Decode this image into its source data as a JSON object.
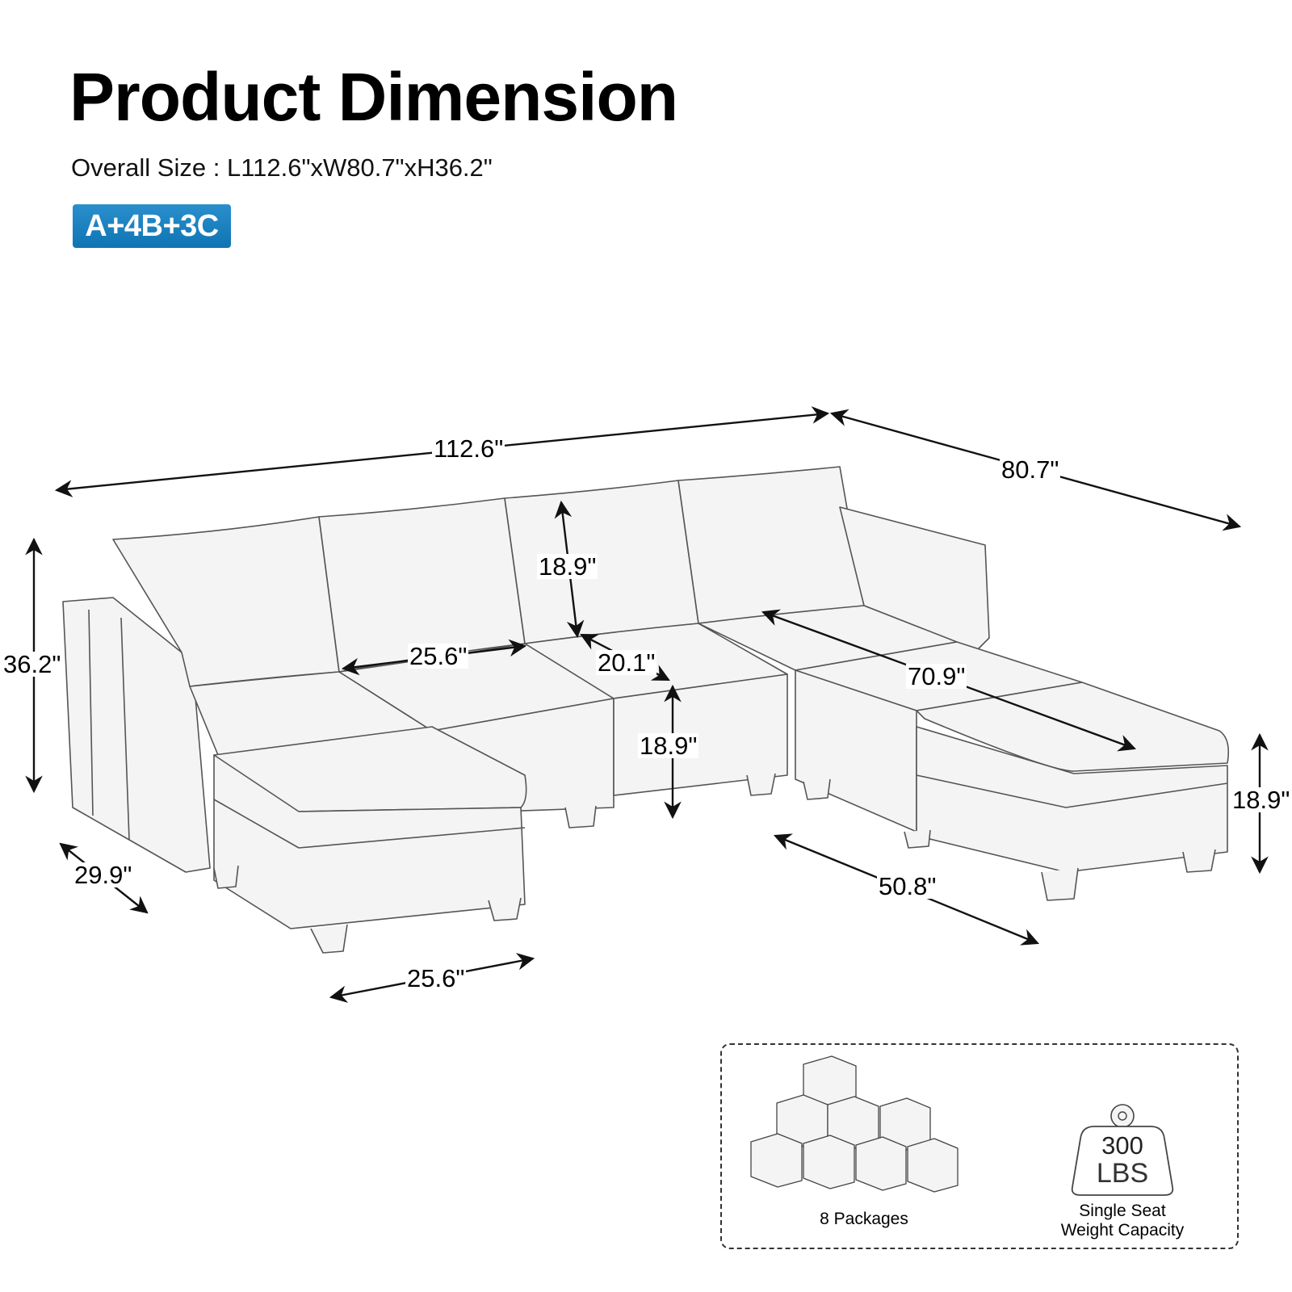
{
  "header": {
    "title": "Product Dimension",
    "overall_size": "Overall Size : L112.6\"xW80.7\"xH36.2\"",
    "configuration_badge": "A+4B+3C"
  },
  "colors": {
    "badge_blue": "#1a7fbf",
    "sofa_fill": "#f4f4f4",
    "outline": "#555555",
    "arrow": "#111111",
    "background": "#ffffff"
  },
  "dimensions": {
    "overall_length": "112.6\"",
    "overall_width": "80.7\"",
    "overall_height": "36.2\"",
    "backrest_height": "18.9\"",
    "seat_width_back": "25.6\"",
    "seat_depth": "20.1\"",
    "seat_height": "18.9\"",
    "chaise_length": "70.9\"",
    "ottoman_height": "18.9\"",
    "arm_depth": "29.9\"",
    "ottoman_width": "25.6\"",
    "chaise_base_length": "50.8\""
  },
  "info": {
    "packages_icon": "stacked-boxes-icon",
    "packages_label": "8 Packages",
    "weight_icon": "weight-icon",
    "weight_value": "300",
    "weight_unit": "LBS",
    "weight_label_line1": "Single Seat",
    "weight_label_line2": "Weight Capacity"
  }
}
